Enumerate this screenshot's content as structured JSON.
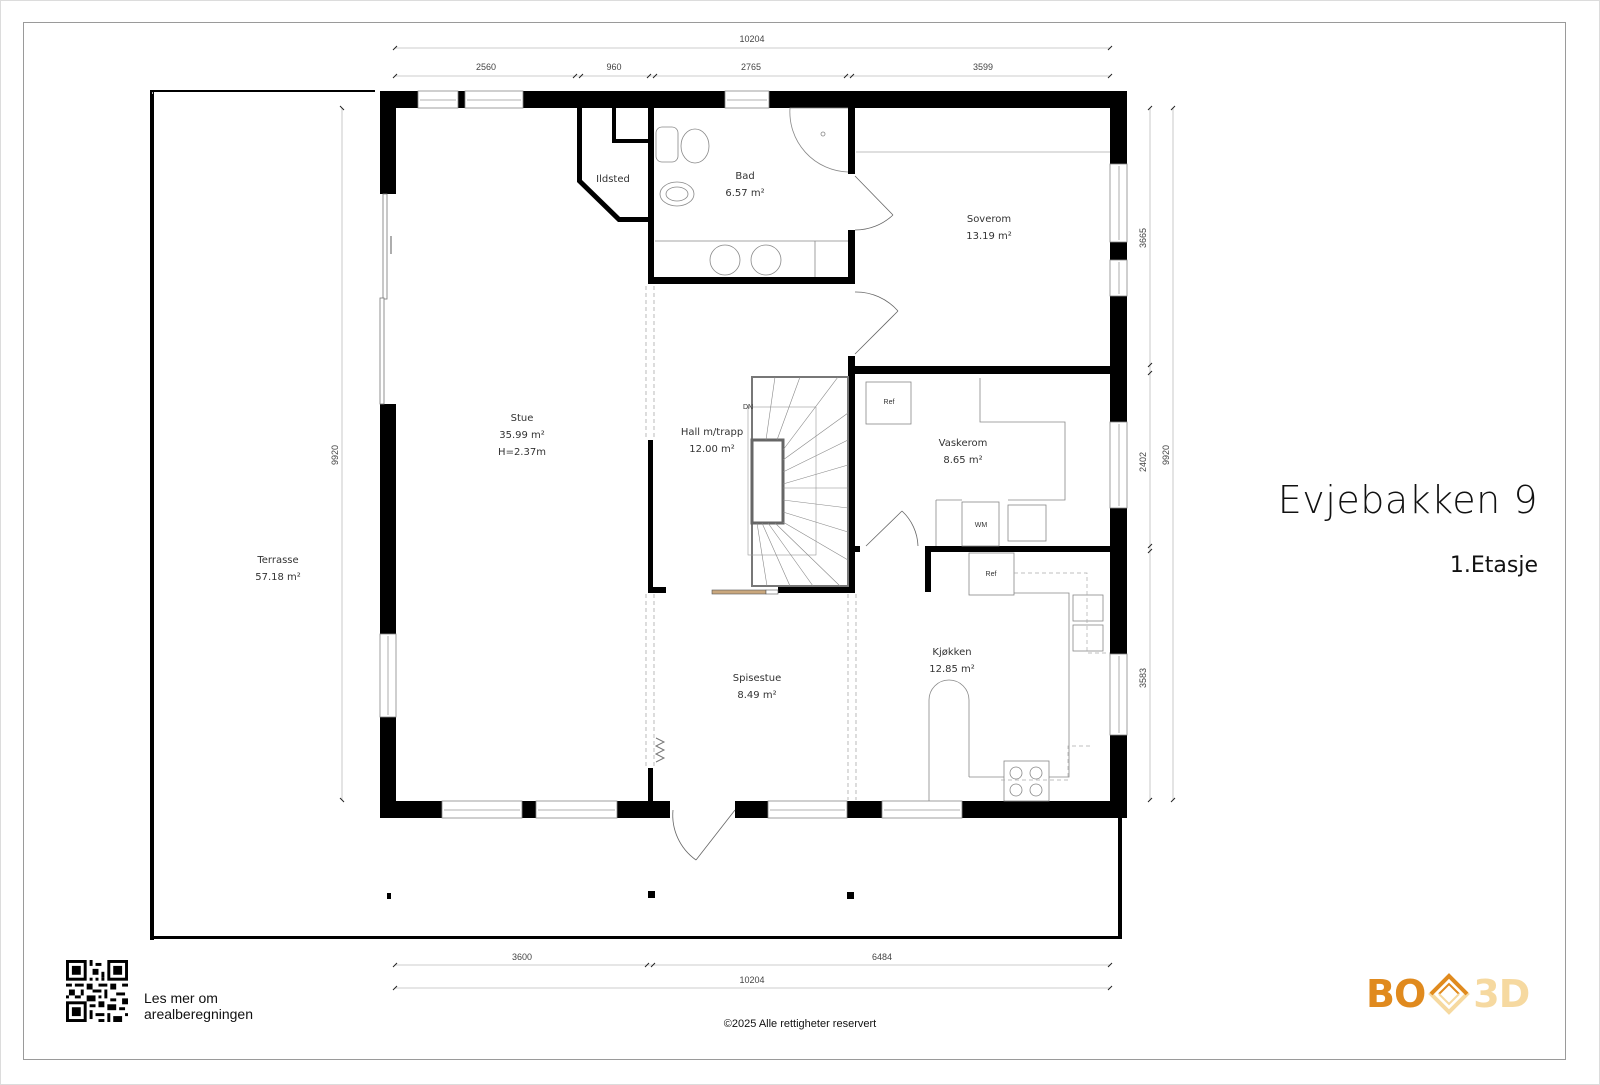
{
  "title": "Evjebakken 9",
  "subtitle": "1.Etasje",
  "rooms": {
    "bad": {
      "name": "Bad",
      "area": "6.57 m²"
    },
    "ildsted": {
      "name": "Ildsted"
    },
    "soverom": {
      "name": "Soverom",
      "area": "13.19 m²"
    },
    "stue": {
      "name": "Stue",
      "area": "35.99 m²",
      "height": "H=2.37m"
    },
    "hall": {
      "name": "Hall m/trapp",
      "area": "12.00 m²"
    },
    "vaskerom": {
      "name": "Vaskerom",
      "area": "8.65 m²"
    },
    "kjokken": {
      "name": "Kjøkken",
      "area": "12.85 m²"
    },
    "spisestue": {
      "name": "Spisestue",
      "area": "8.49 m²"
    },
    "terrasse": {
      "name": "Terrasse",
      "area": "57.18 m²"
    }
  },
  "fixtures": {
    "ref_vaskerom": "Ref",
    "ref_kjokken": "Ref",
    "wm": "WM",
    "stair_dn": "DN"
  },
  "dimensions": {
    "top_total": "10204",
    "top_segments": [
      "2560",
      "960",
      "2765",
      "3599"
    ],
    "right_segments": [
      "3665",
      "2402",
      "3583"
    ],
    "right_total": "9920",
    "left_terrace": "9920",
    "bottom_segments": [
      "3600",
      "6484"
    ],
    "bottom_total": "10204"
  },
  "footer": {
    "qr_text_line1": "Les mer om",
    "qr_text_line2": "arealberegningen",
    "copyright": "©2025 Alle rettigheter reservert"
  },
  "logo": {
    "left": "BO",
    "right": "3D",
    "primary_color": "#e08a1e",
    "secondary_color": "#f6d9a0"
  }
}
